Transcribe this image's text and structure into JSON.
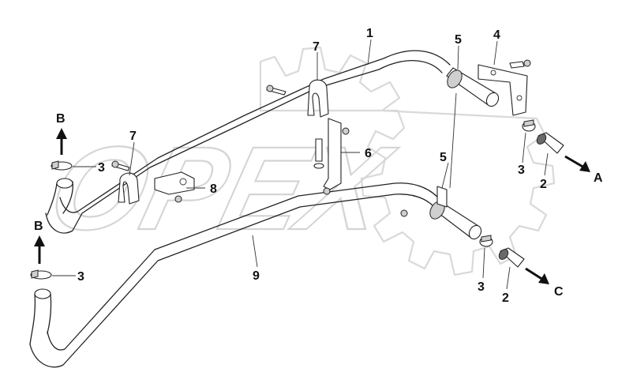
{
  "watermark": {
    "text": "OPEX"
  },
  "callouts": {
    "c1": "1",
    "c2a": "2",
    "c2b": "2",
    "c3a": "3",
    "c3b": "3",
    "c3c": "3",
    "c3d": "3",
    "c4": "4",
    "c5a": "5",
    "c5b": "5",
    "c6": "6",
    "c7a": "7",
    "c7b": "7",
    "c8": "8",
    "c9": "9"
  },
  "flow_labels": {
    "upper_right": "A",
    "lower_right": "C",
    "upper_left": "B",
    "lower_left": "B"
  },
  "colors": {
    "line": "#222222",
    "watermark": "#d4d4d4",
    "background": "#ffffff"
  }
}
